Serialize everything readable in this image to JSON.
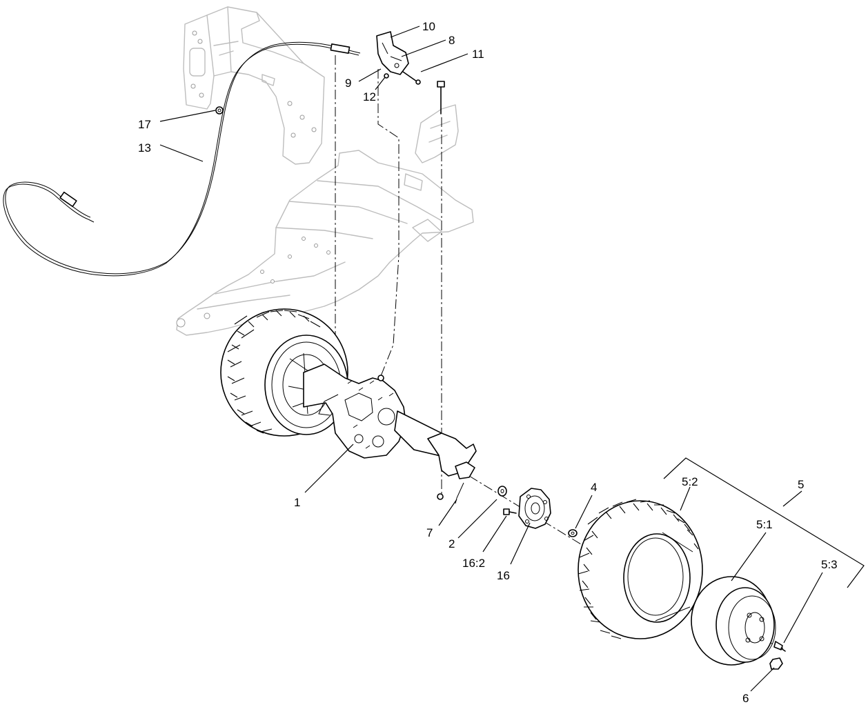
{
  "callouts": [
    {
      "id": "c10",
      "text": "10"
    },
    {
      "id": "c8",
      "text": "8"
    },
    {
      "id": "c11",
      "text": "11"
    },
    {
      "id": "c9",
      "text": "9"
    },
    {
      "id": "c12",
      "text": "12"
    },
    {
      "id": "c17",
      "text": "17"
    },
    {
      "id": "c13",
      "text": "13"
    },
    {
      "id": "c1",
      "text": "1"
    },
    {
      "id": "c7",
      "text": "7"
    },
    {
      "id": "c2",
      "text": "2"
    },
    {
      "id": "c16_2",
      "text": "16:2"
    },
    {
      "id": "c16",
      "text": "16"
    },
    {
      "id": "c4",
      "text": "4"
    },
    {
      "id": "c5_2",
      "text": "5:2"
    },
    {
      "id": "c5",
      "text": "5"
    },
    {
      "id": "c5_1",
      "text": "5:1"
    },
    {
      "id": "c5_3",
      "text": "5:3"
    },
    {
      "id": "c6",
      "text": "6"
    }
  ]
}
